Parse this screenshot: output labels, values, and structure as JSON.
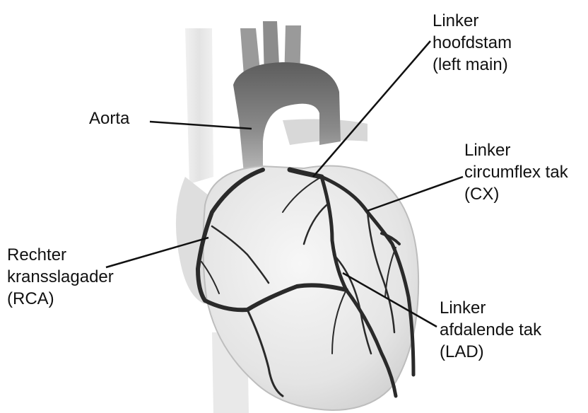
{
  "labels": {
    "aorta": {
      "lines": [
        "Aorta"
      ]
    },
    "rca": {
      "lines": [
        "Rechter",
        "kransslagader",
        "(RCA)"
      ]
    },
    "left_main": {
      "lines": [
        "Linker",
        "hoofdstam",
        "(left main)"
      ]
    },
    "cx": {
      "lines": [
        "Linker",
        "circumflex tak",
        "(CX)"
      ]
    },
    "lad": {
      "lines": [
        "Linker",
        "afdalende tak",
        "(LAD)"
      ]
    }
  },
  "colors": {
    "background": "#ffffff",
    "heart_fill": "#e6e6e6",
    "vessel": "#2a2a2a",
    "aorta": "#7a7a7a",
    "text": "#111111"
  }
}
